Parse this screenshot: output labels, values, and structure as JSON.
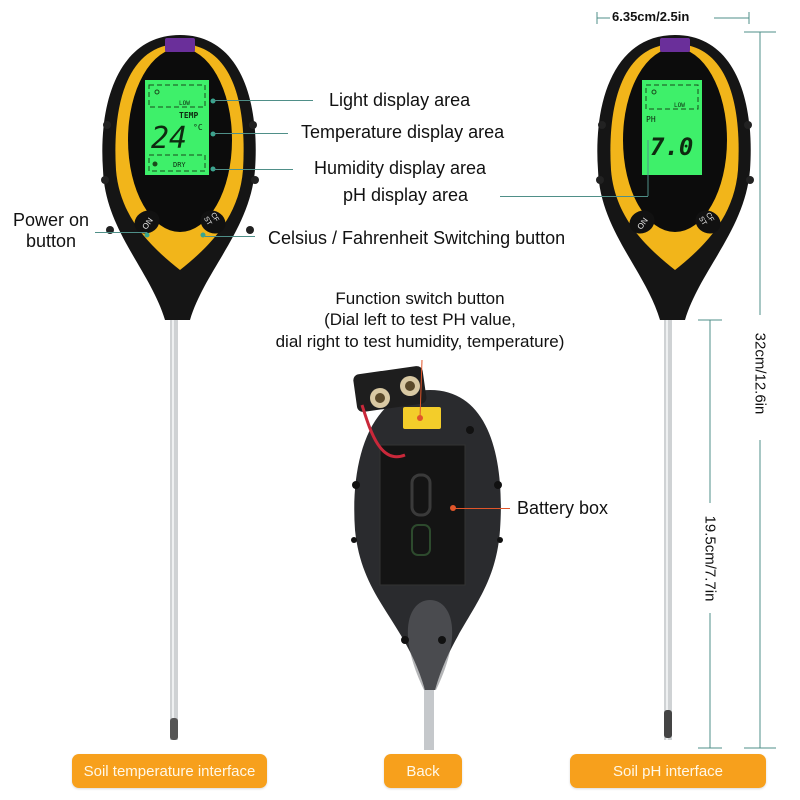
{
  "labels": {
    "light_display": "Light display area",
    "temperature_display": "Temperature display area",
    "humidity_display": "Humidity display area",
    "ph_display": "pH display area",
    "power_button_line1": "Power on",
    "power_button_line2": "button",
    "cf_switch": "Celsius / Fahrenheit Switching button",
    "function_switch_line1": "Function switch button",
    "function_switch_line2": "(Dial left to test PH value,",
    "function_switch_line3": "dial right to test humidity, temperature)",
    "battery_box": "Battery box"
  },
  "dimensions": {
    "width": "6.35cm/2.5in",
    "total_length": "32cm/12.6in",
    "probe_length": "19.5cm/7.7in"
  },
  "left_device": {
    "lcd_light_label": "LOW",
    "lcd_temp_label": "TEMP",
    "lcd_temp_value": "24",
    "lcd_temp_unit": "°C",
    "lcd_humidity_label": "DRY",
    "btn_on": "ON",
    "btn_cf": "CF ST"
  },
  "right_device": {
    "lcd_light_label": "LOW",
    "lcd_ph_label": "PH",
    "lcd_ph_value": "7.0",
    "btn_on": "ON",
    "btn_cf": "CF ST"
  },
  "buttons": {
    "soil_temperature": "Soil temperature interface",
    "back": "Back",
    "soil_ph": "Soil pH interface"
  },
  "colors": {
    "accent_orange": "#f7a01c",
    "lcd_green": "#3ef06a",
    "body_yellow": "#f2b51a",
    "body_black": "#151515",
    "leader_teal": "#4f8f88",
    "leader_red": "#e0552a"
  }
}
